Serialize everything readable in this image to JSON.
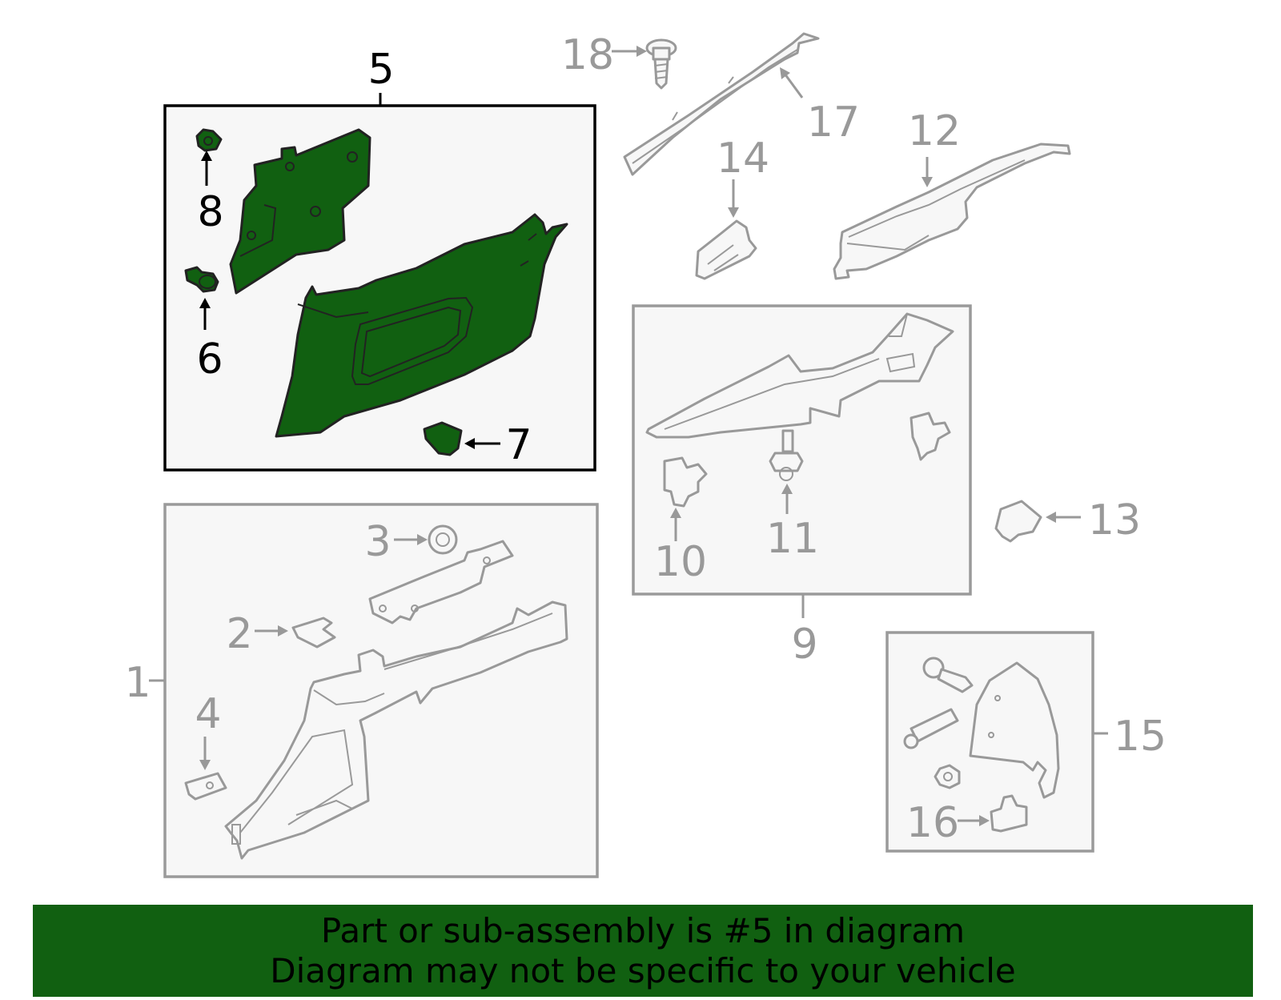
{
  "callouts": {
    "c1": "1",
    "c2": "2",
    "c3": "3",
    "c4": "4",
    "c5": "5",
    "c6": "6",
    "c7": "7",
    "c8": "8",
    "c9": "9",
    "c10": "10",
    "c11": "11",
    "c12": "12",
    "c13": "13",
    "c14": "14",
    "c15": "15",
    "c16": "16",
    "c17": "17",
    "c18": "18"
  },
  "highlighted_part": "5",
  "colors": {
    "highlight_green": "#116011",
    "gray_line": "#999999",
    "box_fill": "#f7f7f7"
  },
  "banner": {
    "line1": "Part or sub-assembly is #5 in diagram",
    "line2": "Diagram may not be specific to your vehicle"
  }
}
